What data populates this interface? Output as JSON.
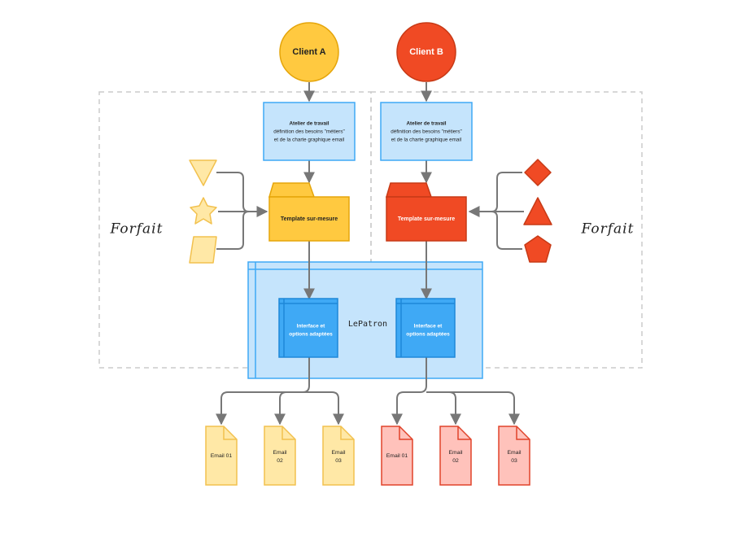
{
  "clients": {
    "a": {
      "label": "Client A"
    },
    "b": {
      "label": "Client B"
    }
  },
  "workshop": {
    "title": "Atelier de travail",
    "line1": "définition des besoins \"métiers\"",
    "line2": "et de la charte graphique email"
  },
  "template_label": "Template sur-mesure",
  "platform_label": "LePatron",
  "interface": {
    "line1": "Interface et",
    "line2": "options adaptées"
  },
  "emails": {
    "e1": "Email 01",
    "e2_l1": "Email",
    "e2_l2": "02",
    "e3_l1": "Email",
    "e3_l2": "03"
  },
  "package_label": "Forfait",
  "colors": {
    "yellow": "#FFC940",
    "yellow_stroke": "#E5A50A",
    "yellow_light": "#FFE8A6",
    "red": "#F04A24",
    "red_stroke": "#C73A16",
    "red_light": "#FFC2BB",
    "blue": "#3FA9F5",
    "blue_stroke": "#1E88D8",
    "blue_light": "#C5E4FC",
    "gray": "#777777"
  }
}
